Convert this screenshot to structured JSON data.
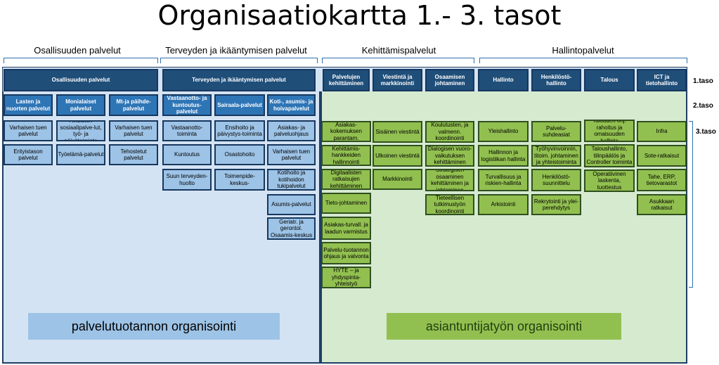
{
  "title": "Organisaatiokartta 1.- 3. tasot",
  "sections": [
    "Osallisuuden palvelut",
    "Terveyden ja ikääntymisen palvelut",
    "Kehittämispalvelut",
    "Hallintopalvelut"
  ],
  "levels": [
    "1.taso",
    "2.taso",
    "3.taso"
  ],
  "level1": [
    "Osallisuuden palvelut",
    "Terveyden ja ikääntymisen palvelut",
    "Palvelujen kehittäminen",
    "Viestintä ja markkinointi",
    "Osaamisen johtaminen",
    "Hallinto",
    "Henkilöstö-hallinto",
    "Talous",
    "ICT ja tietohallinto"
  ],
  "level2": [
    "Lasten ja nuorten palvelut",
    "Monialaiset palvelut",
    "Mt-ja päihde-palvelut",
    "Vastaanotto- ja kuntoutus-palvelut",
    "Sairaala-palvelut",
    "Koti-, asumis- ja hoivapalvelut"
  ],
  "level3_left": [
    "Varhaisen tuen palvelut",
    "Erityistason palvelut",
    "Aikuisten sosiaalipalve-lut, työ- ja päivätoiminta",
    "Työelämä-palvelut",
    "Varhaisen tuen palvelut",
    "Tehostetut palvelut",
    "Vastaanotto-toiminta",
    "Kuntoutus",
    "Suun terveyden-huolto",
    "Ensihoito ja päivystys-toiminta",
    "Osastohoito",
    "Toimenpide-keskus-",
    "Asiakas- ja palveluohjaus",
    "Varhaisen tuen palvelut",
    "Kotihoito ja kotihoidon tukipalvelut",
    "Asumis-palvelut",
    "Geriatr. ja gerontol. Osaamis-keskus"
  ],
  "level3_right": [
    "Asiakas-kokemuksen parantam.",
    "Kehittämis-hankkeiden hallinnointi",
    "Digitaalisten ratkaisujen kehittäminen",
    "Tieto-johtaminen",
    "Asiakas-turvall. ja laadun varmistus",
    "Palvelu-tuotannon ohjaus ja valvonta",
    "HYTE – ja yhdyspinta-yhteistyö",
    "Sisäinen viestintä",
    "Ulkoinen viestintä",
    "Markkinointi",
    "Koulutusten, ja valmenn. koordinointi",
    "Dialogisen vuoro-vaikutuksen kehittäminen",
    "Strategisen osaaminen kehittäminen ja johtaminen",
    "Tieteellisen tutkimustyön koordinointi",
    "Yleishallinto",
    "Hallinnon ja logistiikan hallinta",
    "Turvallisuus ja riskien-hallinta",
    "Arkistointi",
    "Palvelu-suhdeasiat",
    "Työhyvinvoinnin, titoim. johtaminen ja yhteistoiminta",
    "Henkilöstö-suunnittelu",
    "Rekrytointi ja ylei-perehdytys",
    "Talouden ohj. rahoitus ja omaisuuden hallinta",
    "Taloushallinto, tilinpäätös ja Controller toiminta",
    "Operatiivinen laskenta, tuottestus",
    "Infra",
    "Sote-ratkaisut",
    "Tahe, ERP, tietovarastot",
    "Asukkaan ratkaisut"
  ],
  "banners": [
    "palvelutuotannon  organisointi",
    "asiantuntijatyön organisointi"
  ],
  "colors": {
    "dark_blue": "#1f4e79",
    "mid_blue": "#2e75b6",
    "light_blue": "#9dc3e6",
    "green": "#92c050",
    "left_bg": "#d4e3f3",
    "right_bg": "#d6ead0"
  }
}
